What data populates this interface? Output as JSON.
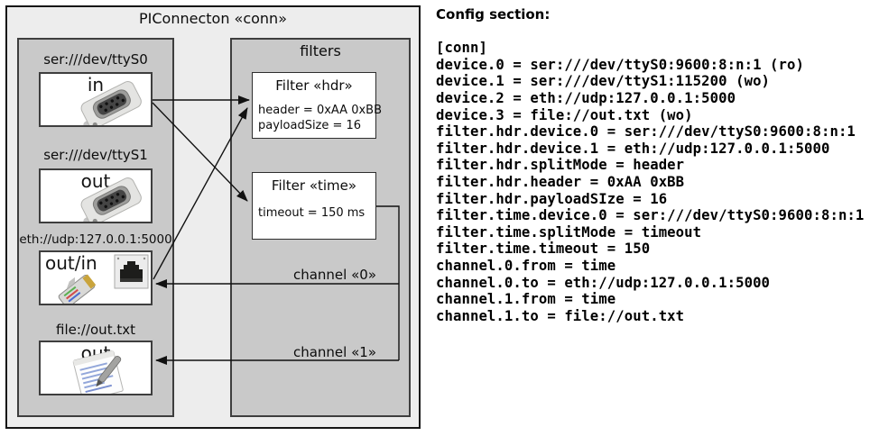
{
  "colors": {
    "outer_fill": "#ededed",
    "panel_fill": "#c9c9c9",
    "box_fill": "#ffffff",
    "line_color": "#111111"
  },
  "diagram": {
    "title": "PIConnecton «conn»",
    "devices": [
      {
        "label": "ser:///dev/ttyS0",
        "port": "in",
        "icon": "serial-connector-icon"
      },
      {
        "label": "ser:///dev/ttyS1",
        "port": "out",
        "icon": "serial-connector-icon"
      },
      {
        "label": "eth://udp:127.0.0.1:5000",
        "port": "out/in",
        "icon": "ethernet-icon"
      },
      {
        "label": "file://out.txt",
        "port": "out",
        "icon": "notepad-icon"
      }
    ],
    "filters": {
      "title": "filters",
      "items": [
        {
          "title": "Filter «hdr»",
          "attrs": [
            "header = 0xAA 0xBB",
            "payloadSize = 16"
          ]
        },
        {
          "title": "Filter «time»",
          "attrs": [
            "timeout = 150 ms"
          ]
        }
      ],
      "channels": [
        {
          "label": "channel «0»"
        },
        {
          "label": "channel «1»"
        }
      ]
    }
  },
  "config": {
    "heading": "Config section:",
    "lines": [
      "[conn]",
      "device.0 = ser:///dev/ttyS0:9600:8:n:1 (ro)",
      "device.1 = ser:///dev/ttyS1:115200 (wo)",
      "device.2 = eth://udp:127.0.0.1:5000",
      "device.3 = file://out.txt (wo)",
      "filter.hdr.device.0 = ser:///dev/ttyS0:9600:8:n:1",
      "filter.hdr.device.1 = eth://udp:127.0.0.1:5000",
      "filter.hdr.splitMode = header",
      "filter.hdr.header = 0xAA 0xBB",
      "filter.hdr.payloadSIze = 16",
      "filter.time.device.0 = ser:///dev/ttyS0:9600:8:n:1",
      "filter.time.splitMode = timeout",
      "filter.time.timeout = 150",
      "channel.0.from = time",
      "channel.0.to = eth://udp:127.0.0.1:5000",
      "channel.1.from = time",
      "channel.1.to = file://out.txt"
    ]
  }
}
